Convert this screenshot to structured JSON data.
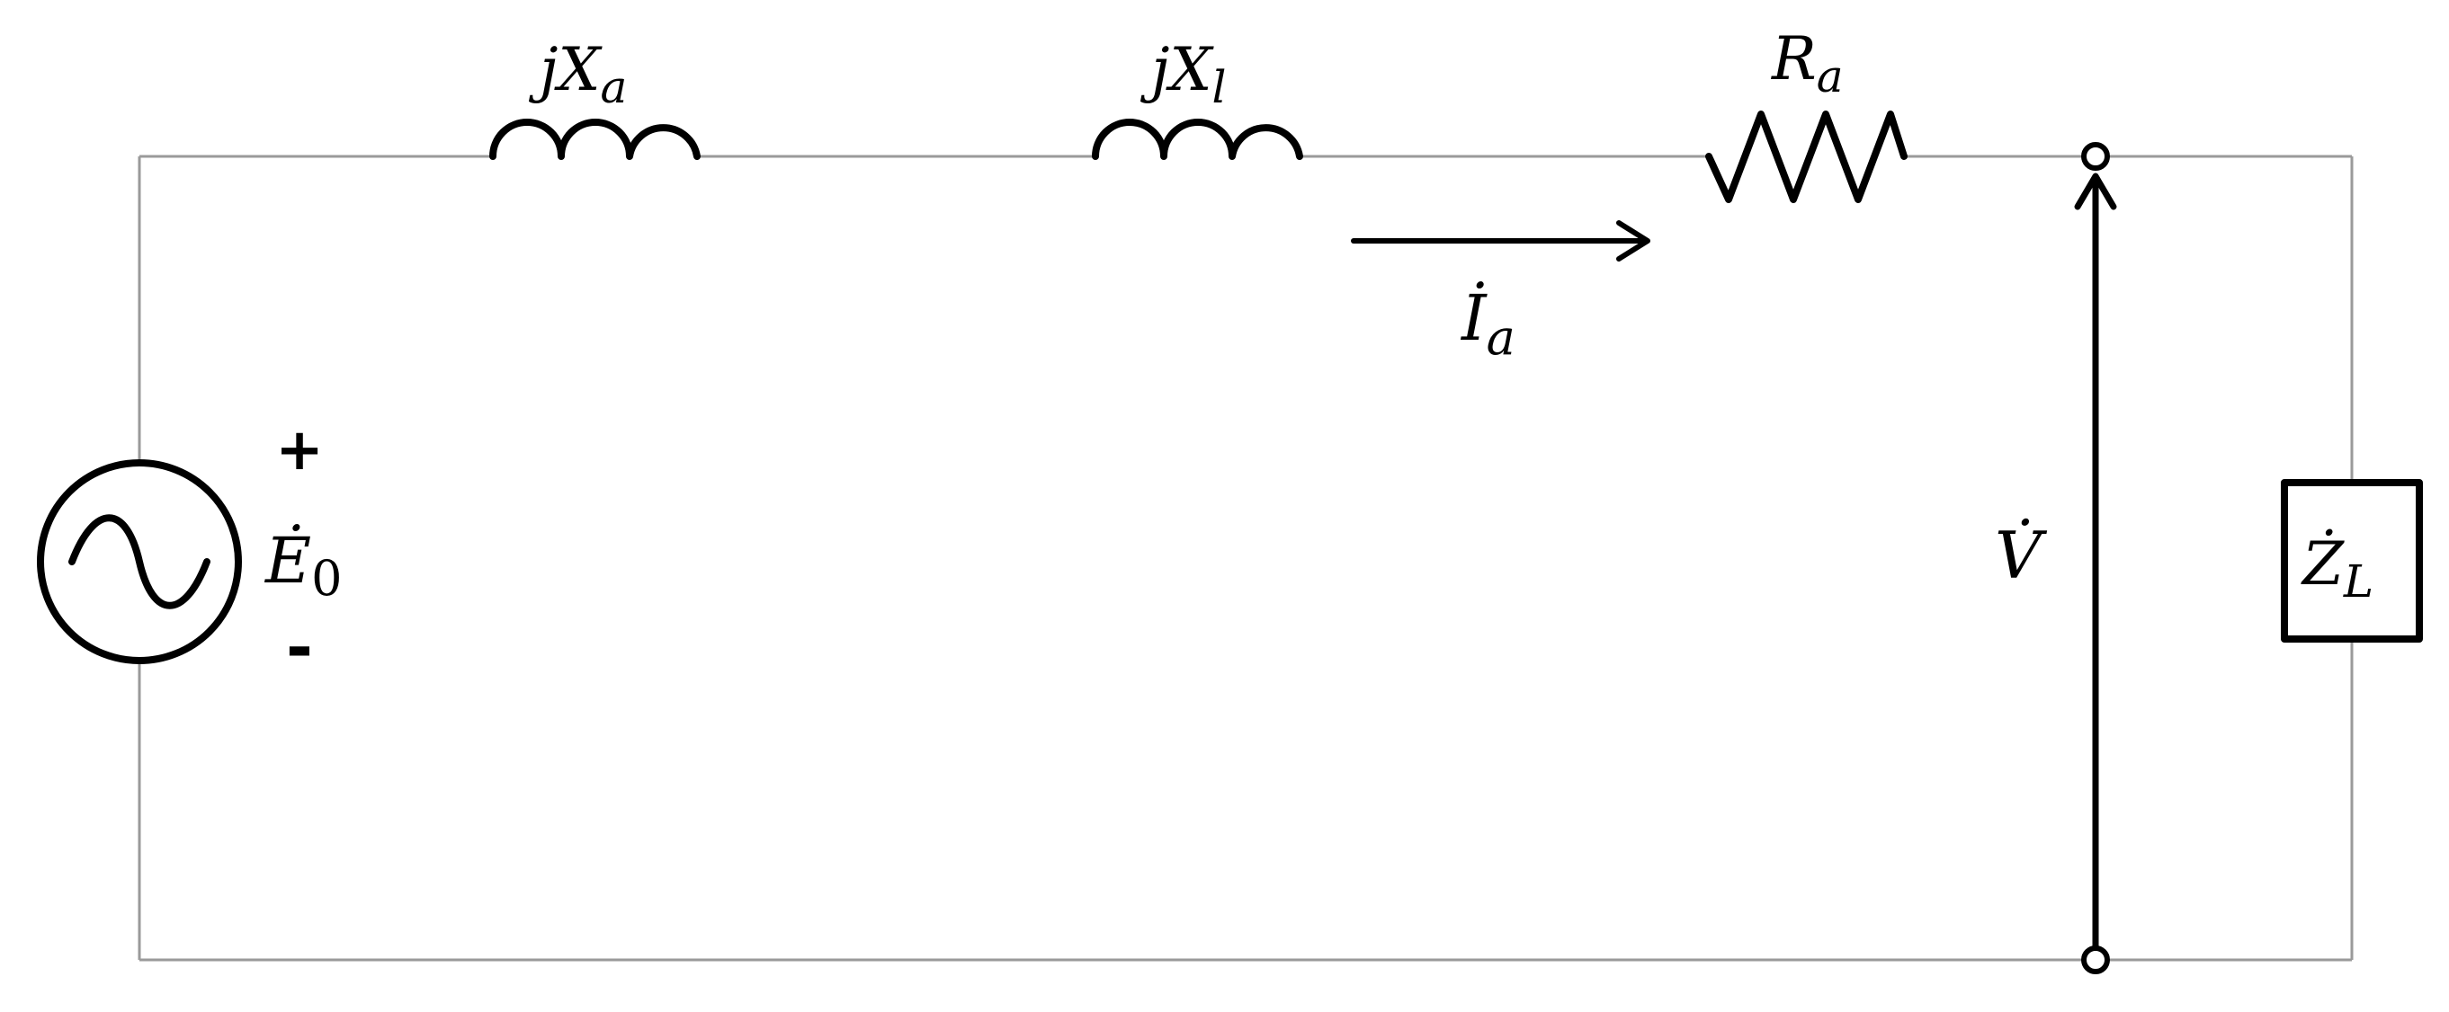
{
  "labels": {
    "inductor_a": {
      "main": "jX",
      "sub": "a"
    },
    "inductor_l": {
      "main": "jX",
      "sub": "l"
    },
    "resistor": {
      "main": "R",
      "sub": "a"
    },
    "current": {
      "main": "İ",
      "sub": "a"
    },
    "source": {
      "main": "Ė",
      "sub": "0"
    },
    "voltage": {
      "main": "V̇"
    },
    "load": {
      "main": "Ż",
      "sub": "L"
    },
    "plus": "+",
    "minus": "-"
  },
  "colors": {
    "wire": "#9a9a9a",
    "component": "#000000"
  }
}
